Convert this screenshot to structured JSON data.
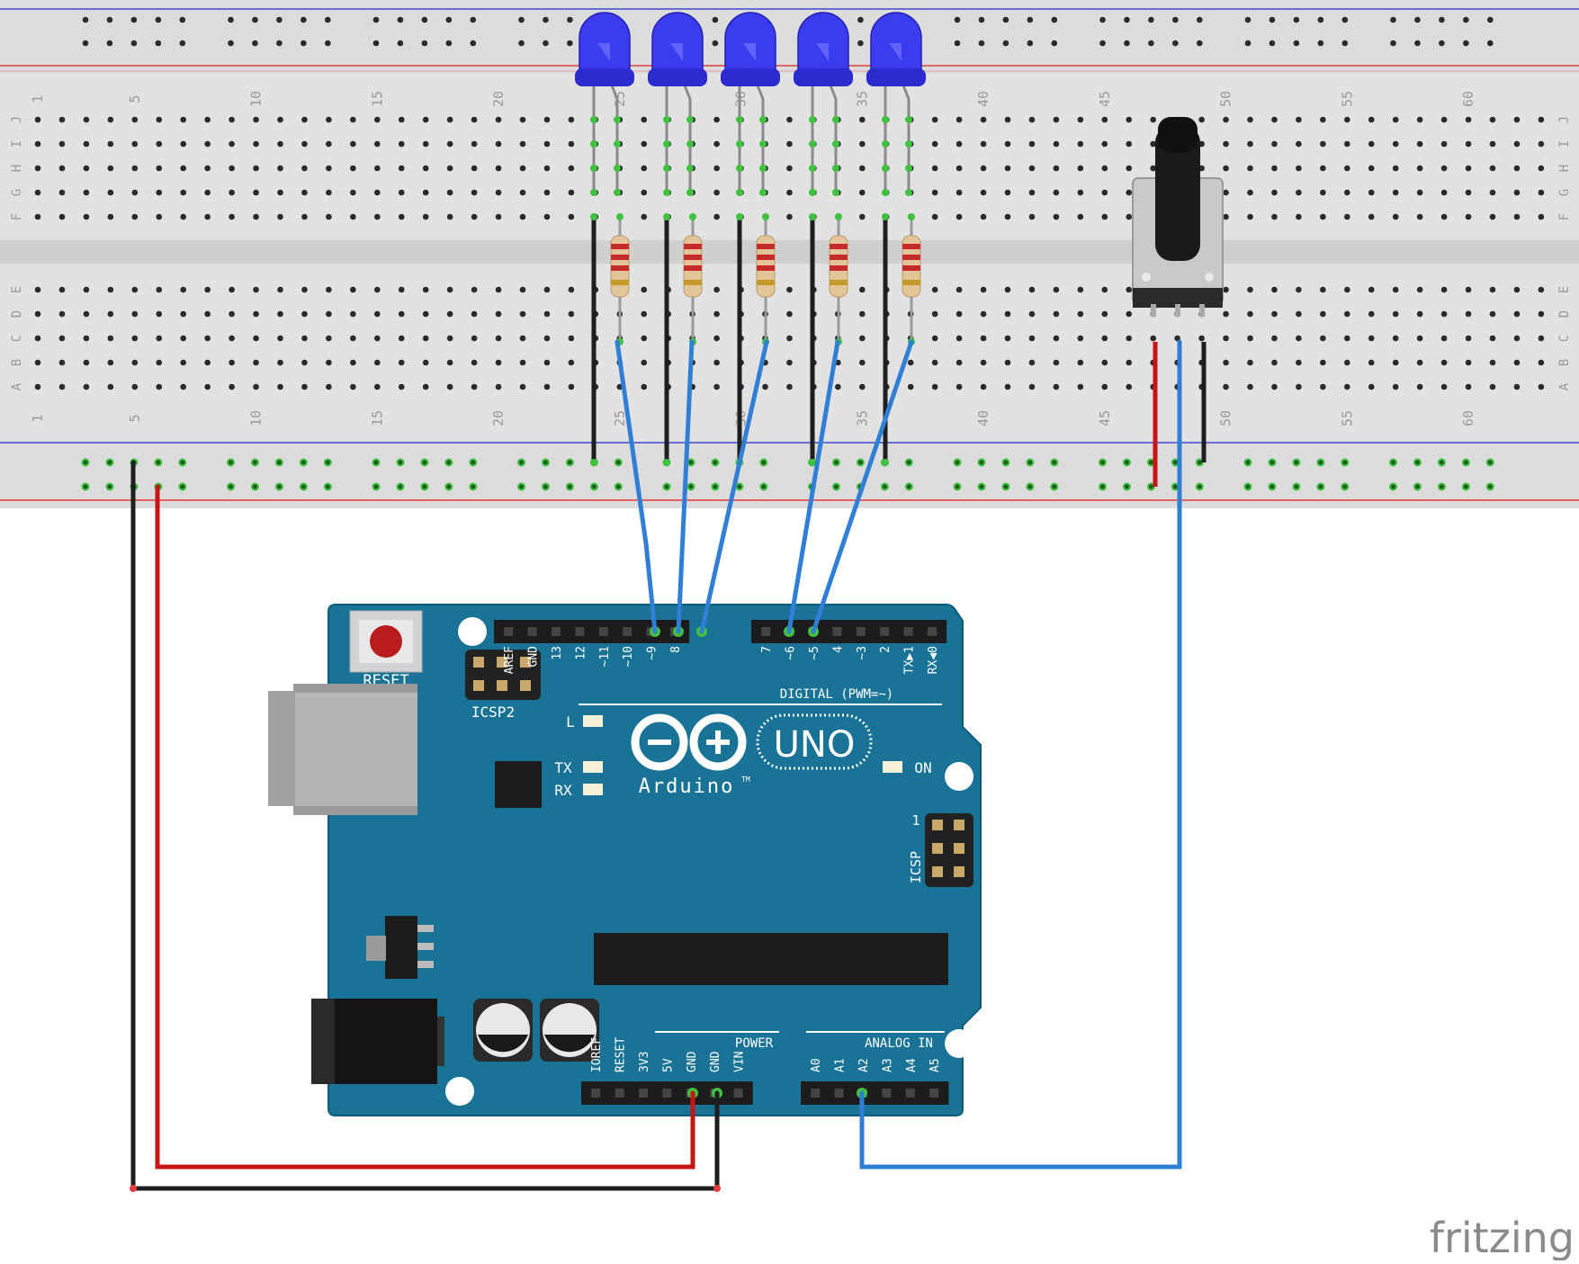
{
  "breadboard": {
    "column_numbers": [
      "1",
      "5",
      "10",
      "15",
      "20",
      "25",
      "30",
      "35",
      "40",
      "45",
      "50",
      "55",
      "60"
    ],
    "row_letters_top": [
      "J",
      "I",
      "H",
      "G",
      "F"
    ],
    "row_letters_bottom": [
      "E",
      "D",
      "C",
      "B",
      "A"
    ]
  },
  "arduino": {
    "reset_label": "RESET",
    "icsp2_label": "ICSP2",
    "icsp_label": "ICSP",
    "icsp_pin1": "1",
    "digital_header_left": [
      "AREF",
      "GND",
      "13",
      "12",
      "~11",
      "~10",
      "~9",
      "8"
    ],
    "digital_header_right": [
      "7",
      "~6",
      "~5",
      "4",
      "~3",
      "2",
      "TX▶1",
      "RX◀0"
    ],
    "digital_label": "DIGITAL (PWM=~)",
    "led_l": "L",
    "led_tx": "TX",
    "led_rx": "RX",
    "led_on": "ON",
    "logo_text": "Arduino",
    "logo_tm": "TM",
    "model": "UNO",
    "power_label": "POWER",
    "power_pins": [
      "IOREF",
      "RESET",
      "3V3",
      "5V",
      "GND",
      "GND",
      "VIN"
    ],
    "analog_label": "ANALOG IN",
    "analog_pins": [
      "A0",
      "A1",
      "A2",
      "A3",
      "A4",
      "A5"
    ]
  },
  "colors": {
    "board_blue": "#187396",
    "wire_blue": "#2f7fd6",
    "wire_red": "#c81414",
    "wire_black": "#1e1e1e",
    "led_blue": "#3b3bf0",
    "breadboard_gray": "#e2e2e2",
    "rail_red": "#e23c3c",
    "rail_blue": "#3c4bd2"
  },
  "components": {
    "leds": 5,
    "resistors": 5,
    "potentiometer": "potentiometer"
  },
  "watermark": "fritzing"
}
